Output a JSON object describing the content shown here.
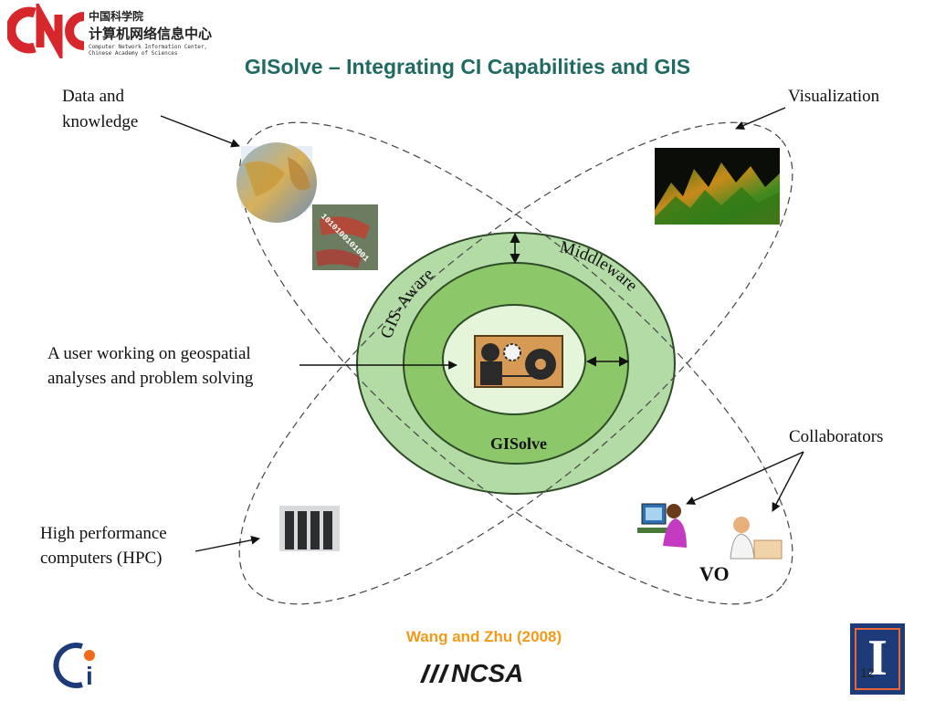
{
  "header": {
    "logo_cn_line1": "中国科学院",
    "logo_cn_line2": "计算机网络信息中心",
    "logo_en_line1": "Computer Network Information Center,",
    "logo_en_line2": "Chinese Academy of Sciences",
    "logo_letters": "CNC"
  },
  "title": "GISolve – Integrating CI Capabilities and GIS",
  "diagram": {
    "labels": {
      "data_knowledge_line1": "Data and",
      "data_knowledge_line2": "knowledge",
      "visualization": "Visualization",
      "user_line1": "A user working on geospatial",
      "user_line2": "analyses and problem solving",
      "collaborators": "Collaborators",
      "hpc_line1": "High performance",
      "hpc_line2": "computers (HPC)",
      "vo": "VO"
    },
    "ring_labels": {
      "gis_aware": "GIS-Aware",
      "middleware": "Middleware",
      "gisolve": "GISolve"
    },
    "binary_text": "1010100101001",
    "colors": {
      "outer_ring": "#b3dba6",
      "middle_ring": "#8cc769",
      "inner_disk": "#e5f5d9",
      "ring_stroke": "#2e4a27"
    }
  },
  "footer": {
    "citation": "Wang and Zhu (2008)",
    "ncsa": "NCSA",
    "page_number": "12",
    "ci_logo_letter": "i",
    "illinois_letter": "I"
  }
}
